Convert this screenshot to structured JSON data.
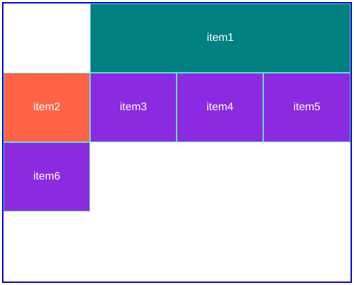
{
  "colors": {
    "container_border": "#0000c8",
    "item_border": "#66e0d0",
    "teal": "#008080",
    "tomato": "#ff6347",
    "purple": "#8a2be2",
    "text": "#ffffff"
  },
  "items": [
    {
      "label": "item1"
    },
    {
      "label": "item2"
    },
    {
      "label": "item3"
    },
    {
      "label": "item4"
    },
    {
      "label": "item5"
    },
    {
      "label": "item6"
    }
  ]
}
